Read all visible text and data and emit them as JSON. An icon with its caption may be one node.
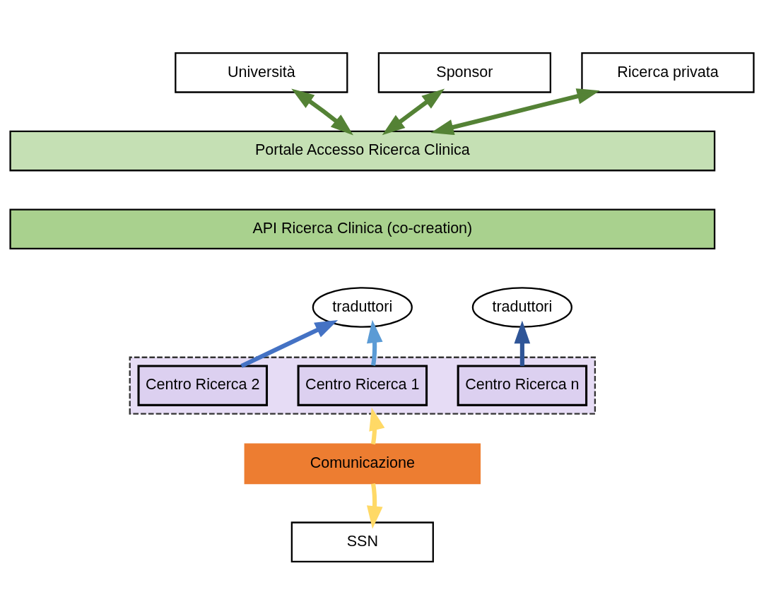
{
  "diagram": {
    "nodes": [
      {
        "text": [
          "Università"
        ]
      },
      {
        "text": [
          "Sponsor"
        ]
      },
      {
        "text": [
          "Ricerca privata"
        ]
      },
      {
        "text": [
          "Portale Accesso Ricerca Clinica"
        ]
      },
      {
        "text": [
          "API Ricerca Clinica (co-creation)"
        ]
      },
      {
        "text": [
          "traduttori"
        ]
      },
      {
        "text": [
          "traduttori"
        ]
      },
      {
        "text": [],
        "shape": "box"
      },
      {
        "text": [
          "Centro Ricerca 1"
        ],
        "in": 7
      },
      {
        "text": [
          "Centro Ricerca 2"
        ],
        "in": 7
      },
      {
        "text": [
          "Centro Ricerca n"
        ],
        "in": 7
      },
      {
        "text": [
          "Comunicazione"
        ]
      },
      {
        "text": [
          "SSN"
        ]
      }
    ],
    "edges": [
      {
        "from": 0,
        "to": 3,
        "arrow": "both",
        "color": "#548235"
      },
      {
        "from": 1,
        "to": 3,
        "arrow": "both",
        "color": "#548235"
      },
      {
        "from": 2,
        "to": 3,
        "arrow": "both",
        "color": "#548235"
      },
      {
        "from": 8,
        "to": 5,
        "arrow": "to",
        "color": "#5b9bd5"
      },
      {
        "from": 9,
        "to": 5,
        "arrow": "to",
        "color": "#4472c4"
      },
      {
        "from": 10,
        "to": 6,
        "arrow": "to",
        "color": "#2f5597"
      },
      {
        "from": 11,
        "to": 7,
        "arrow": "to",
        "color": "#ffd966"
      },
      {
        "from": 11,
        "to": 12,
        "arrow": "to",
        "color": "#ffd966"
      }
    ]
  }
}
